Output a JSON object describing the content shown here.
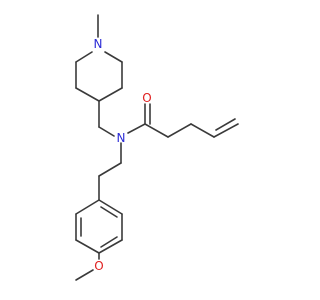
{
  "atoms": {
    "n_piperidine": {
      "symbol": "N",
      "color": "#2b2bd6"
    },
    "n_amide": {
      "symbol": "N",
      "color": "#2b2bd6"
    },
    "o_carbonyl": {
      "symbol": "O",
      "color": "#e02020"
    },
    "o_methoxy": {
      "symbol": "O",
      "color": "#e02020"
    }
  },
  "colors": {
    "bond": "#3a3a3a",
    "background": "#ffffff"
  }
}
